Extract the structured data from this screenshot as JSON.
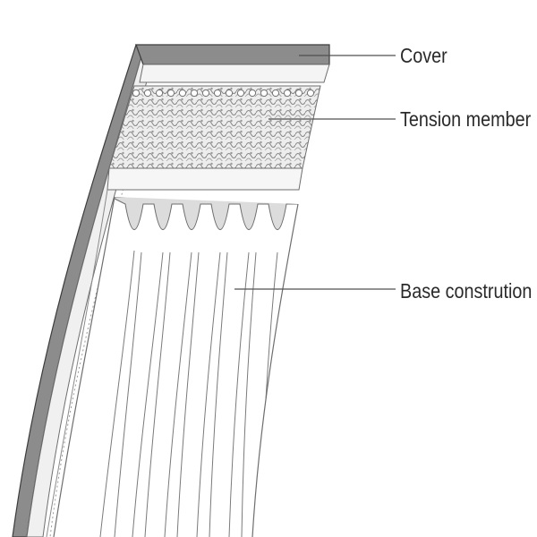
{
  "labels": {
    "cover": "Cover",
    "tension_member": "Tension member",
    "base_construction": "Base constrution"
  },
  "colors": {
    "cover_fill": "#8c8c8c",
    "cover_edge": "#3c3c3c",
    "belt_outline": "#6e6e6e",
    "rib_fill": "#e8e8e8",
    "cord_fill": "#cfcfcf",
    "leader_line": "#505050"
  }
}
